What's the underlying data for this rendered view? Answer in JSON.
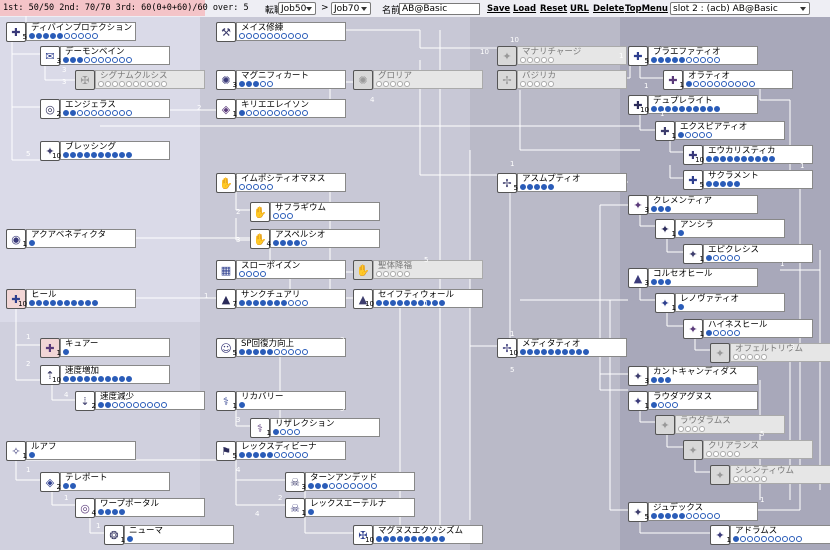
{
  "status": {
    "points_text": "1st: 50/50  2nd: 70/70  3rd: 60(0+0+60)/60  over: 5"
  },
  "toolbar": {
    "job_label": "転職レベル",
    "job_from": "Job50",
    "arrow": ">",
    "job_to": "Job70",
    "name_label": "名前",
    "name_value": "AB@Basic",
    "menu": [
      "Save",
      "Load",
      "Reset",
      "URL",
      "Delete",
      "TopMenu"
    ],
    "slot": "slot 2 : (acb) AB@Basic"
  },
  "skills": [
    {
      "id": "divine",
      "name": "ディバインプロテクション",
      "level": "5",
      "max": 10,
      "on": 5,
      "icon": "shield-cross-icon",
      "glyph": "✚",
      "disabled": false
    },
    {
      "id": "demon",
      "name": "デーモンベイン",
      "level": "3",
      "max": 10,
      "on": 3,
      "icon": "scroll-icon",
      "glyph": "✉",
      "disabled": false
    },
    {
      "id": "signum",
      "name": "シグナムクルシス",
      "level": "",
      "max": 10,
      "on": 0,
      "icon": "cross-sigil-icon",
      "glyph": "✠",
      "disabled": true
    },
    {
      "id": "angelus",
      "name": "エンジェラス",
      "level": "2",
      "max": 10,
      "on": 2,
      "icon": "halo-icon",
      "glyph": "◎",
      "disabled": false
    },
    {
      "id": "blessing",
      "name": "ブレッシング",
      "level": "10",
      "max": 10,
      "on": 10,
      "icon": "blessing-icon",
      "glyph": "✦",
      "disabled": false
    },
    {
      "id": "aqua",
      "name": "アクアベネディクタ",
      "level": "1",
      "max": 1,
      "on": 1,
      "icon": "water-icon",
      "glyph": "◉",
      "disabled": false
    },
    {
      "id": "heal",
      "name": "ヒール",
      "level": "10",
      "max": 10,
      "on": 10,
      "icon": "heal-cross-icon",
      "glyph": "✚",
      "disabled": false
    },
    {
      "id": "cure",
      "name": "キュアー",
      "level": "1",
      "max": 1,
      "on": 1,
      "icon": "heart-cure-icon",
      "glyph": "✚",
      "disabled": false
    },
    {
      "id": "incagi",
      "name": "速度増加",
      "level": "10",
      "max": 10,
      "on": 10,
      "icon": "speed-up-icon",
      "glyph": "⇡",
      "disabled": false
    },
    {
      "id": "decagi",
      "name": "速度減少",
      "level": "2",
      "max": 10,
      "on": 2,
      "icon": "speed-down-icon",
      "glyph": "⇣",
      "disabled": false
    },
    {
      "id": "ruwach",
      "name": "ルアフ",
      "level": "1",
      "max": 1,
      "on": 1,
      "icon": "sight-icon",
      "glyph": "✧",
      "disabled": false
    },
    {
      "id": "teleport",
      "name": "テレポート",
      "level": "2",
      "max": 2,
      "on": 2,
      "icon": "teleport-icon",
      "glyph": "◈",
      "disabled": false
    },
    {
      "id": "warp",
      "name": "ワープポータル",
      "level": "4",
      "max": 4,
      "on": 4,
      "icon": "portal-icon",
      "glyph": "◎",
      "disabled": false
    },
    {
      "id": "pneuma",
      "name": "ニューマ",
      "level": "1",
      "max": 1,
      "on": 1,
      "icon": "pneuma-icon",
      "glyph": "❂",
      "disabled": false
    },
    {
      "id": "mace",
      "name": "メイス修練",
      "level": "",
      "max": 10,
      "on": 0,
      "icon": "mace-icon",
      "glyph": "⚒",
      "disabled": false
    },
    {
      "id": "magnif",
      "name": "マグニフィカート",
      "level": "3",
      "max": 5,
      "on": 3,
      "icon": "magnificat-icon",
      "glyph": "✺",
      "disabled": false
    },
    {
      "id": "gloria",
      "name": "グロリア",
      "level": "",
      "max": 5,
      "on": 0,
      "icon": "gloria-icon",
      "glyph": "✺",
      "disabled": true
    },
    {
      "id": "kyrie",
      "name": "キリエエレイソン",
      "level": "1",
      "max": 10,
      "on": 1,
      "icon": "kyrie-icon",
      "glyph": "◈",
      "disabled": false
    },
    {
      "id": "impositio",
      "name": "イムポシティオマヌス",
      "level": "",
      "max": 5,
      "on": 0,
      "icon": "hand-icon",
      "glyph": "✋",
      "disabled": false
    },
    {
      "id": "suffragium",
      "name": "サフラギウム",
      "level": "",
      "max": 3,
      "on": 0,
      "icon": "prayer-icon",
      "glyph": "✋",
      "disabled": false
    },
    {
      "id": "aspersio",
      "name": "アスペルシオ",
      "level": "4",
      "max": 5,
      "on": 4,
      "icon": "aspersio-icon",
      "glyph": "✋",
      "disabled": false
    },
    {
      "id": "slowpoison",
      "name": "スローポイズン",
      "level": "",
      "max": 4,
      "on": 0,
      "icon": "slow-poison-icon",
      "glyph": "▦",
      "disabled": false
    },
    {
      "id": "bss",
      "name": "聖体降福",
      "level": "",
      "max": 5,
      "on": 0,
      "icon": "sacrament-icon",
      "glyph": "✋",
      "disabled": true
    },
    {
      "id": "sanctuary",
      "name": "サンクチュアリ",
      "level": "7",
      "max": 10,
      "on": 7,
      "icon": "sanctuary-icon",
      "glyph": "▲",
      "disabled": false
    },
    {
      "id": "safetywall",
      "name": "セイフティウォール",
      "level": "10",
      "max": 10,
      "on": 10,
      "icon": "safety-wall-icon",
      "glyph": "▲",
      "disabled": false
    },
    {
      "id": "sprec",
      "name": "SP回復力向上",
      "level": "5",
      "max": 10,
      "on": 5,
      "icon": "sp-recovery-icon",
      "glyph": "☺",
      "disabled": false
    },
    {
      "id": "recovery",
      "name": "リカバリー",
      "level": "1",
      "max": 1,
      "on": 1,
      "icon": "recovery-icon",
      "glyph": "⚕",
      "disabled": false
    },
    {
      "id": "resurrection",
      "name": "リザレクション",
      "level": "1",
      "max": 4,
      "on": 1,
      "icon": "resurrection-icon",
      "glyph": "⚕",
      "disabled": false
    },
    {
      "id": "lexdiv",
      "name": "レックスディビーナ",
      "level": "5",
      "max": 10,
      "on": 5,
      "icon": "lex-divina-icon",
      "glyph": "⚑",
      "disabled": false
    },
    {
      "id": "turnundead",
      "name": "ターンアンデッド",
      "level": "3",
      "max": 10,
      "on": 3,
      "icon": "turn-undead-icon",
      "glyph": "☠",
      "disabled": false
    },
    {
      "id": "lexaet",
      "name": "レックスエーテルナ",
      "level": "1",
      "max": 1,
      "on": 1,
      "icon": "lex-aeterna-icon",
      "glyph": "☠",
      "disabled": false
    },
    {
      "id": "magnus",
      "name": "マグヌスエクソシズム",
      "level": "10",
      "max": 10,
      "on": 10,
      "icon": "magnus-icon",
      "glyph": "✠",
      "disabled": false
    },
    {
      "id": "manarech",
      "name": "マナリチャージ",
      "level": "",
      "max": 5,
      "on": 0,
      "icon": "mana-recharge-icon",
      "glyph": "✦",
      "disabled": true
    },
    {
      "id": "basilica",
      "name": "バジリカ",
      "level": "",
      "max": 5,
      "on": 0,
      "icon": "basilica-icon",
      "glyph": "✢",
      "disabled": true
    },
    {
      "id": "assumptio",
      "name": "アスムプティオ",
      "level": "5",
      "max": 5,
      "on": 5,
      "icon": "assumptio-icon",
      "glyph": "✢",
      "disabled": false
    },
    {
      "id": "meditatio",
      "name": "メディタティオ",
      "level": "10",
      "max": 10,
      "on": 10,
      "icon": "meditatio-icon",
      "glyph": "✢",
      "disabled": false
    },
    {
      "id": "praefatio",
      "name": "プラエファティオ",
      "level": "5",
      "max": 10,
      "on": 5,
      "icon": "praefatio-icon",
      "glyph": "✚",
      "disabled": false
    },
    {
      "id": "oratio",
      "name": "オラティオ",
      "level": "1",
      "max": 10,
      "on": 1,
      "icon": "oratio-icon",
      "glyph": "✚",
      "disabled": false
    },
    {
      "id": "duple",
      "name": "デュプレライト",
      "level": "10",
      "max": 10,
      "on": 10,
      "icon": "duple-light-icon",
      "glyph": "✚",
      "disabled": false
    },
    {
      "id": "expiatio",
      "name": "エクスピアティオ",
      "level": "1",
      "max": 5,
      "on": 1,
      "icon": "expiatio-icon",
      "glyph": "✚",
      "disabled": false
    },
    {
      "id": "euchar",
      "name": "エウカリスティカ",
      "level": "10",
      "max": 10,
      "on": 10,
      "icon": "eucharistica-icon",
      "glyph": "✚",
      "disabled": false
    },
    {
      "id": "sacrament",
      "name": "サクラメント",
      "level": "5",
      "max": 5,
      "on": 5,
      "icon": "sacrament-cross-icon",
      "glyph": "✚",
      "disabled": false
    },
    {
      "id": "clementia",
      "name": "クレメンティア",
      "level": "3",
      "max": 3,
      "on": 3,
      "icon": "clementia-icon",
      "glyph": "✦",
      "disabled": false
    },
    {
      "id": "ancilla",
      "name": "アンシラ",
      "level": "1",
      "max": 1,
      "on": 1,
      "icon": "ancilla-icon",
      "glyph": "✦",
      "disabled": false
    },
    {
      "id": "epiclesis",
      "name": "エピクレシス",
      "level": "1",
      "max": 5,
      "on": 1,
      "icon": "epiclesis-icon",
      "glyph": "✦",
      "disabled": false
    },
    {
      "id": "coluceo",
      "name": "コルセオヒール",
      "level": "3",
      "max": 3,
      "on": 3,
      "icon": "coluceo-icon",
      "glyph": "▲",
      "disabled": false
    },
    {
      "id": "renovatio",
      "name": "レノヴァティオ",
      "level": "1",
      "max": 1,
      "on": 1,
      "icon": "renovatio-icon",
      "glyph": "✦",
      "disabled": false
    },
    {
      "id": "highness",
      "name": "ハイネスヒール",
      "level": "1",
      "max": 5,
      "on": 1,
      "icon": "highness-heal-icon",
      "glyph": "✦",
      "disabled": false
    },
    {
      "id": "offertorium",
      "name": "オフェルトリウム",
      "level": "",
      "max": 5,
      "on": 0,
      "icon": "offertorium-icon",
      "glyph": "✦",
      "disabled": true
    },
    {
      "id": "canto",
      "name": "カントキャンディダス",
      "level": "3",
      "max": 3,
      "on": 3,
      "icon": "canto-icon",
      "glyph": "✦",
      "disabled": false
    },
    {
      "id": "lauda1",
      "name": "ラウダアグヌス",
      "level": "1",
      "max": 4,
      "on": 1,
      "icon": "lauda-agnus-icon",
      "glyph": "✦",
      "disabled": false
    },
    {
      "id": "lauda2",
      "name": "ラウダラムス",
      "level": "",
      "max": 4,
      "on": 0,
      "icon": "lauda-ramus-icon",
      "glyph": "✦",
      "disabled": true
    },
    {
      "id": "clearance",
      "name": "クリアランス",
      "level": "",
      "max": 5,
      "on": 0,
      "icon": "clearance-icon",
      "glyph": "✦",
      "disabled": true
    },
    {
      "id": "silentium",
      "name": "シレンティウム",
      "level": "",
      "max": 5,
      "on": 0,
      "icon": "silentium-icon",
      "glyph": "✦",
      "disabled": true
    },
    {
      "id": "judex",
      "name": "ジュデックス",
      "level": "5",
      "max": 10,
      "on": 5,
      "icon": "judex-icon",
      "glyph": "✦",
      "disabled": false
    },
    {
      "id": "adoramus",
      "name": "アドラムス",
      "level": "1",
      "max": 10,
      "on": 1,
      "icon": "adoramus-icon",
      "glyph": "✦",
      "disabled": false
    }
  ],
  "edge_numbers": [
    "10",
    "3",
    "5",
    "3",
    "2",
    "4",
    "1",
    "3",
    "2",
    "3",
    "4",
    "5",
    "1",
    "1",
    "2",
    "4",
    "3",
    "3",
    "4",
    "5",
    "1",
    "1",
    "1",
    "2",
    "4",
    "10",
    "5",
    "1",
    "1",
    "1",
    "5",
    "1",
    "1",
    "1",
    "1",
    "1",
    "1",
    "1",
    "3",
    "5",
    "1"
  ]
}
